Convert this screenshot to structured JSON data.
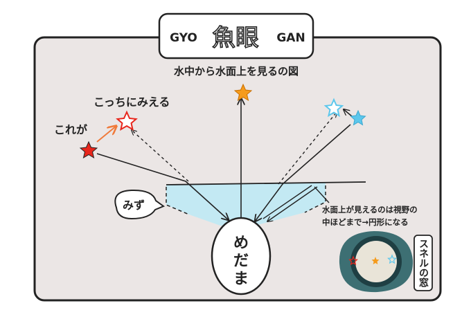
{
  "title": {
    "left": "GYO",
    "kanji": "魚眼",
    "right": "GAN",
    "subtitle": "水中から水面上を見るの図"
  },
  "labels": {
    "kore_ga": "これが",
    "kocchi": "こっちにみえる",
    "mizu": "みず",
    "medama": [
      "め",
      "だ",
      "ま"
    ],
    "field_note_1": "水面上が見えるのは視野の",
    "field_note_2": "中ほどまで→円形になる",
    "snell_window": "スネルの窓"
  },
  "colors": {
    "panel": "#ebe6e5",
    "water": "#c3e9f3",
    "red_star": "#e8261c",
    "orange_star": "#f59b1c",
    "blue_star": "#5cc7ec",
    "arrow_orange": "#f07a3a",
    "window_teal": "#3d6f73",
    "window_inner": "#e9e4d8"
  }
}
